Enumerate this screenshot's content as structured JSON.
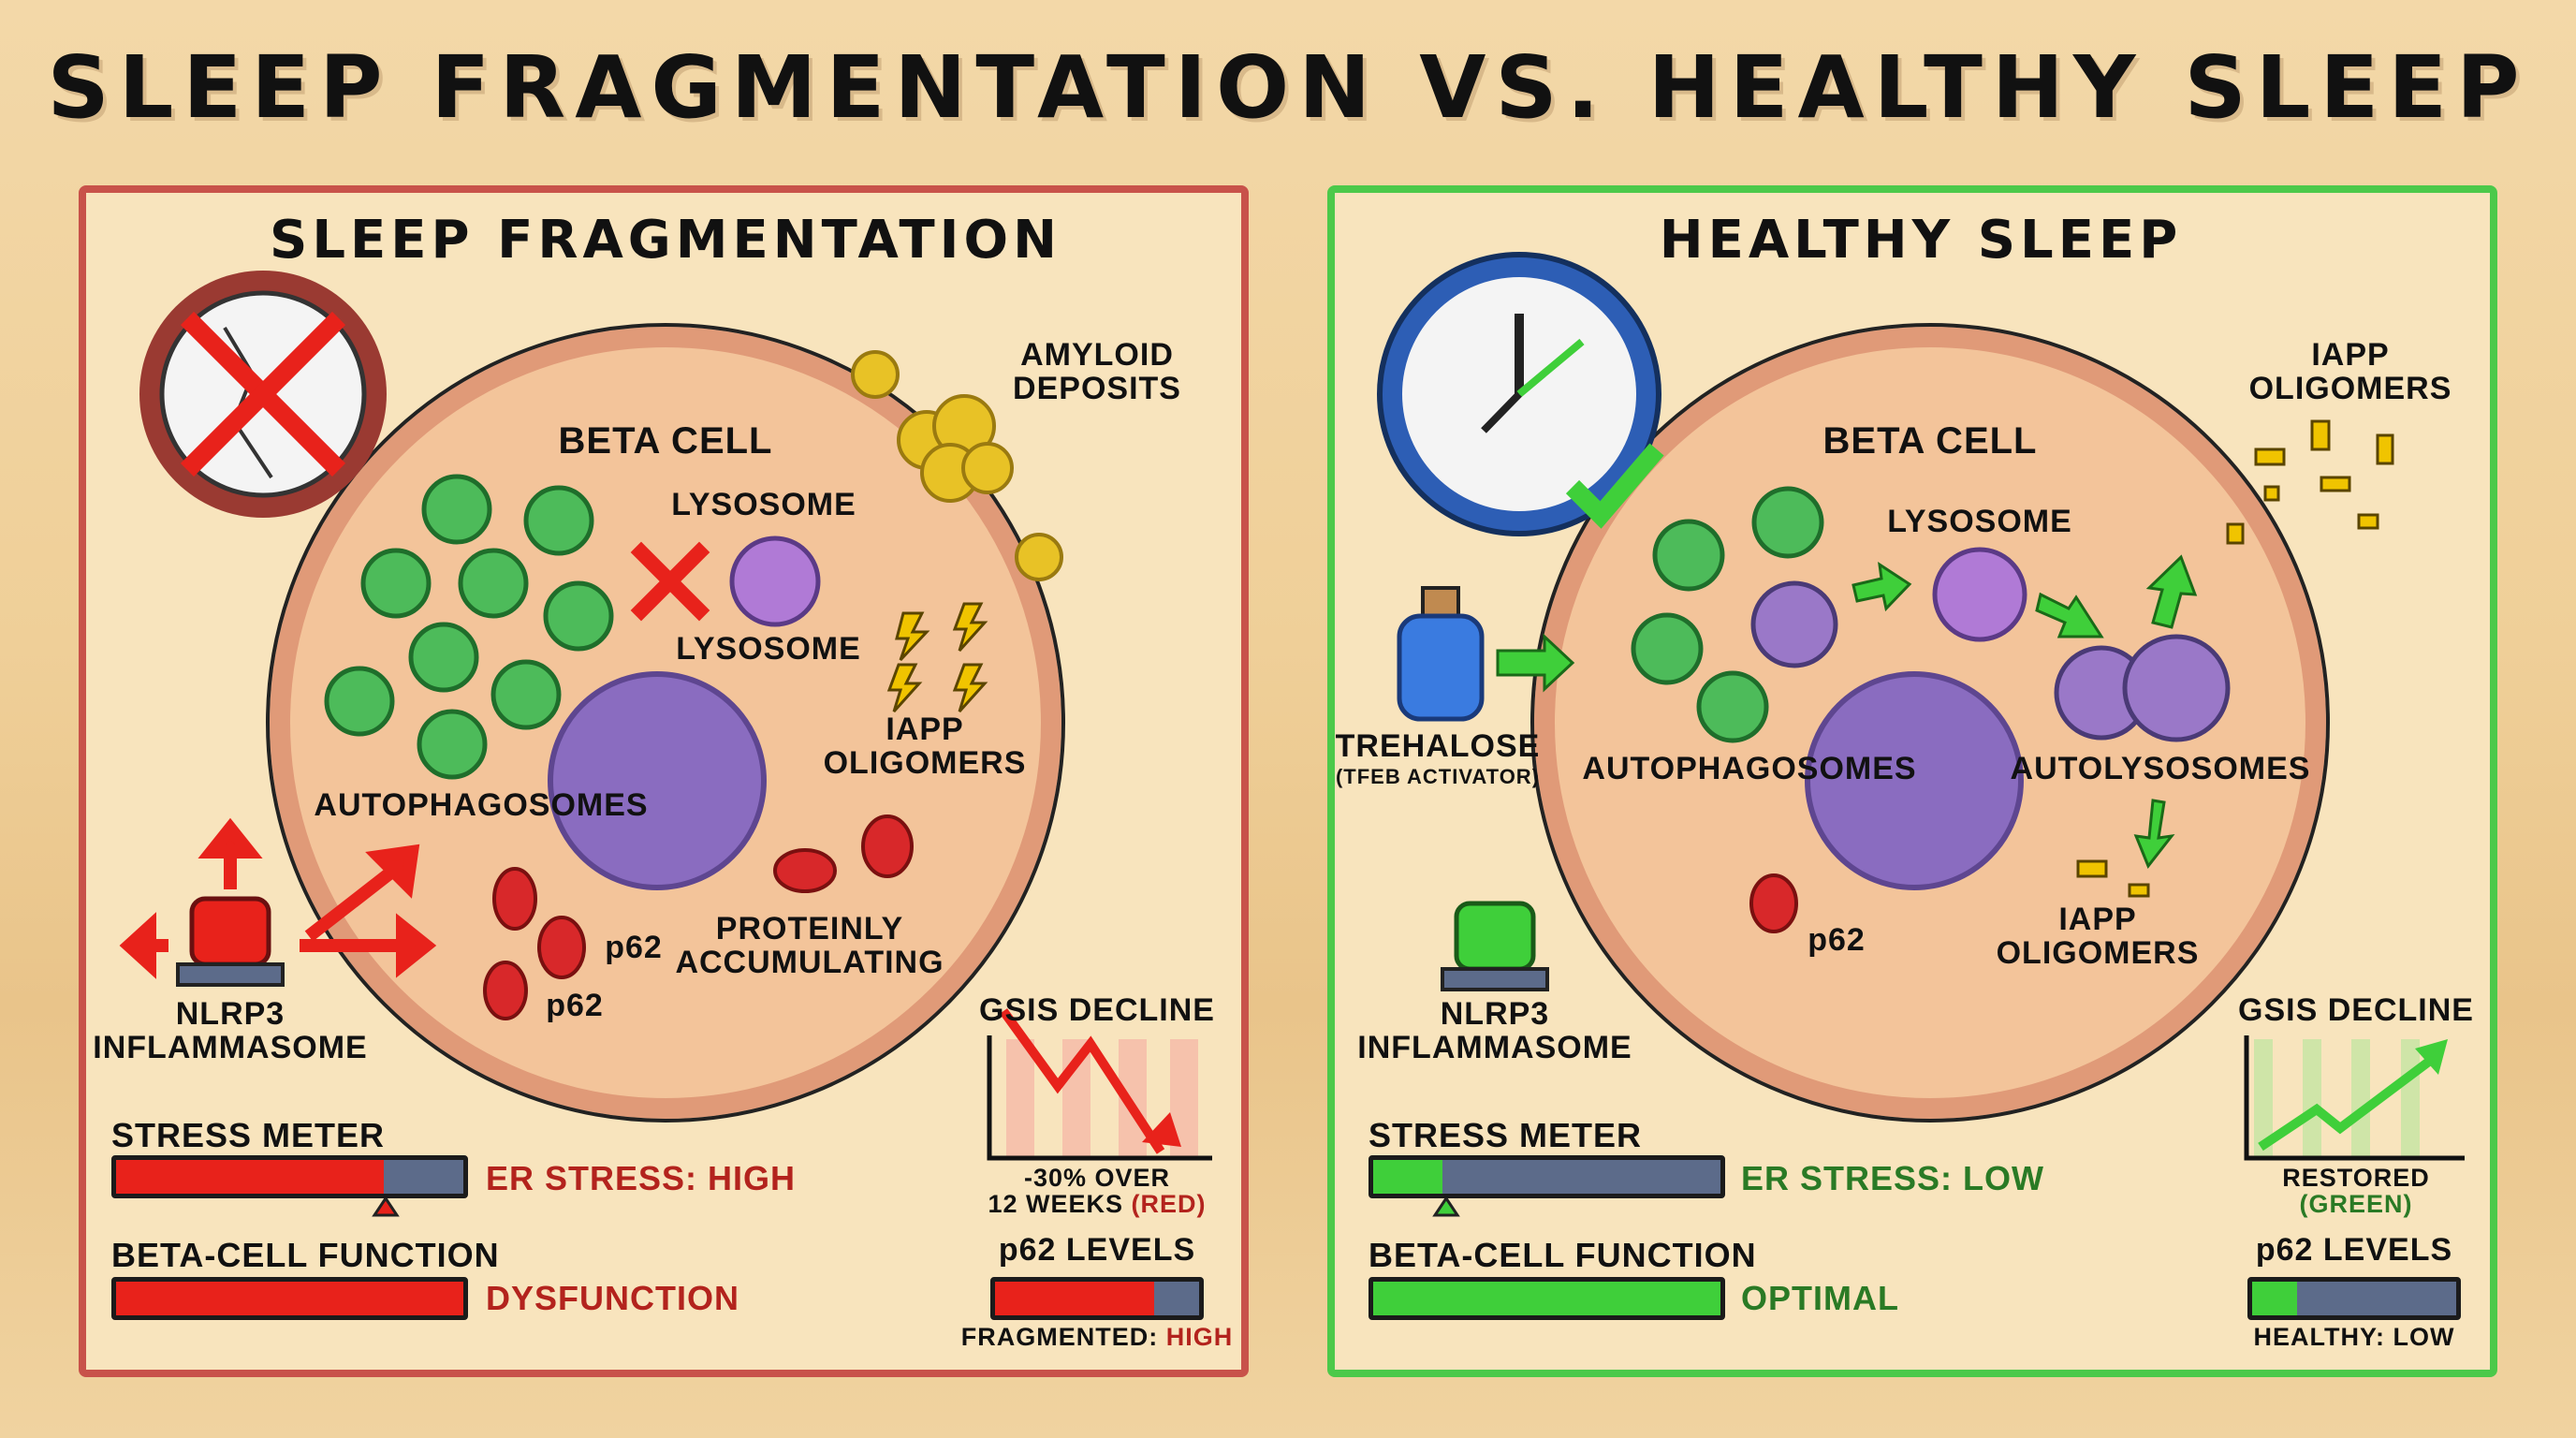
{
  "title": "SLEEP FRAGMENTATION VS. HEALTHY SLEEP",
  "colors": {
    "bad_border": "#c8524a",
    "good_border": "#4cc94a",
    "bad_fill": "#e8221b",
    "good_fill": "#3fcf3a",
    "bar_bg": "#5c6b8a"
  },
  "left": {
    "title": "SLEEP FRAGMENTATION",
    "clock_icon": "broken-clock-crossed",
    "amyloid": "AMYLOID\nDEPOSITS",
    "beta_cell": "BETA CELL",
    "lysosome_1": "LYSOSOME",
    "lysosome_2": "LYSOSOME",
    "iapp": "IAPP\nOLIGOMERS",
    "autophagosomes": "AUTOPHAGOSOMES",
    "proteinly": "PROTEINLY\nACCUMULATING",
    "p62_1": "p62",
    "p62_2": "p62",
    "nlrp3": "NLRP3\nINFLAMMASOME",
    "gsis_title": "GSIS DECLINE",
    "gsis_caption": "-30% OVER\n12 WEEKS ",
    "gsis_caption_color": "(RED)",
    "stress_label": "STRESS METER",
    "stress_level": 0.77,
    "stress_status": "ER STRESS: HIGH",
    "function_label": "BETA-CELL FUNCTION",
    "function_level": 1.0,
    "function_status": "DYSFUNCTION",
    "p62_label": "p62 LEVELS",
    "p62_level": 0.78,
    "p62_status_prefix": "FRAGMENTED: ",
    "p62_status": "HIGH"
  },
  "right": {
    "title": "HEALTHY SLEEP",
    "clock_icon": "clock-checkmark",
    "iapp_top": "IAPP\nOLIGOMERS",
    "beta_cell": "BETA CELL",
    "lysosome": "LYSOSOME",
    "trehalose": "TREHALOSE",
    "trehalose_sub": "(TFEB ACTIVATOR)",
    "autophagosomes": "AUTOPHAGOSOMES",
    "autolysosomes": "AUTOLYSOSOMES",
    "iapp_bottom": "IAPP\nOLIGOMERS",
    "p62": "p62",
    "nlrp3": "NLRP3\nINFLAMMASOME",
    "gsis_title": "GSIS DECLINE",
    "gsis_caption": "RESTORED",
    "gsis_caption_color": "(GREEN)",
    "stress_label": "STRESS METER",
    "stress_level": 0.2,
    "stress_status": "ER STRESS: LOW",
    "function_label": "BETA-CELL FUNCTION",
    "function_level": 1.0,
    "function_status": "OPTIMAL",
    "p62_label": "p62 LEVELS",
    "p62_level": 0.22,
    "p62_status": "HEALTHY: LOW"
  }
}
